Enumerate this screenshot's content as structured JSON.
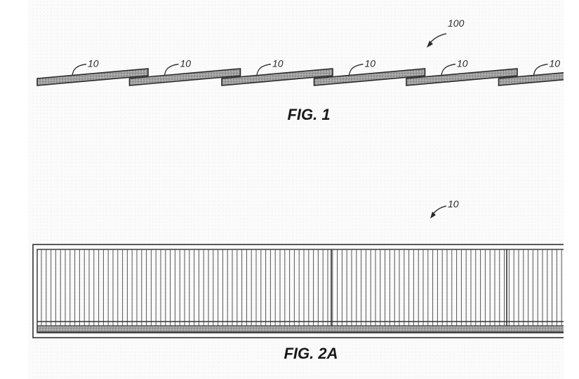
{
  "figure1": {
    "caption": "FIG. 1",
    "assembly_ref": "100",
    "shingle_refs": [
      "10",
      "10",
      "10",
      "10",
      "10",
      "10"
    ]
  },
  "figure2a": {
    "caption": "FIG. 2A",
    "module_ref": "10"
  },
  "colors": {
    "ink": "#2a2a2a",
    "stipple_fill": "#9c9c9c",
    "paper": "#fbfbfb"
  }
}
